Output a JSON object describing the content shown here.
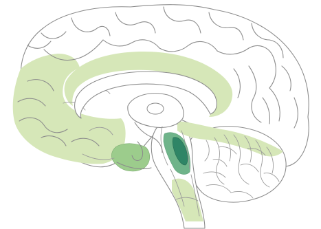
{
  "figure": {
    "background_color": "#ffffff",
    "outline_color": "#8c8c8c",
    "view": "medial-sagittal-brain",
    "highlighted_regions": [
      {
        "id": "prefrontal-medial",
        "color": "#d6e7b8",
        "shade": "light"
      },
      {
        "id": "cingulate",
        "color": "#d6e7b8",
        "shade": "light"
      },
      {
        "id": "orbitofrontal",
        "color": "#d6e7b8",
        "shade": "light"
      },
      {
        "id": "temporal-ventral",
        "color": "#d6e7b8",
        "shade": "light"
      },
      {
        "id": "amygdala-region",
        "color": "#9ccc8c",
        "shade": "medium"
      },
      {
        "id": "brainstem-nucleus",
        "color": "#6fb48a",
        "shade": "medium"
      },
      {
        "id": "brainstem-core",
        "color": "#2f8566",
        "shade": "dark"
      },
      {
        "id": "medulla",
        "color": "#d6e7b8",
        "shade": "light"
      }
    ]
  }
}
